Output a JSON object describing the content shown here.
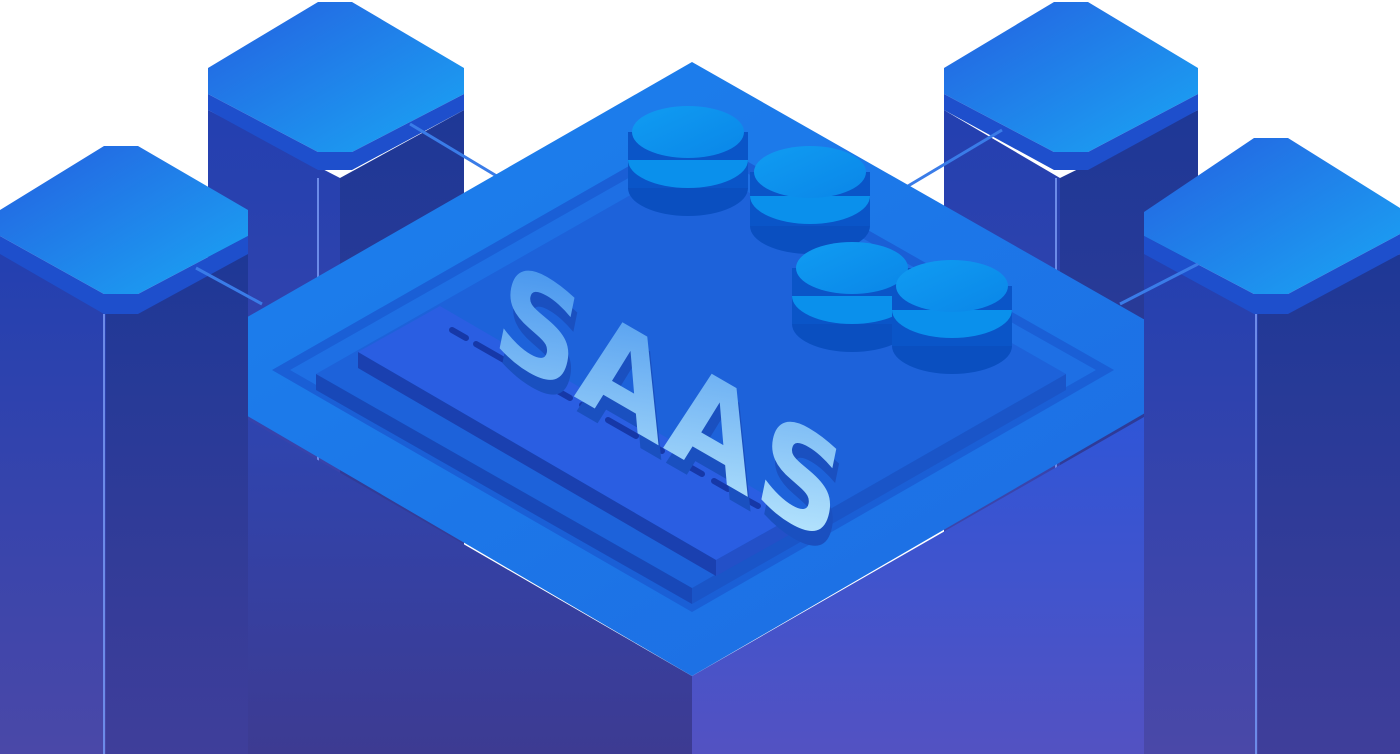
{
  "illustration": {
    "main_label": "SAAS",
    "colors": {
      "top_face": "#1E7BEA",
      "top_face_light": "#1A9BF0",
      "left_face_top": "#2F48B8",
      "left_face_bottom": "#3B3A90",
      "right_face_top": "#2A52D8",
      "right_face_bottom": "#5050C0",
      "pillar_top": "#1AA2F2",
      "pillar_side_dark": "#243A9E",
      "pillar_side_light": "#3A50C8",
      "coin_top": "#0C9BF2",
      "coin_side": "#0A55C8",
      "text_light": "#B9E8FF",
      "text_side": "#1E58C8"
    },
    "icons": [
      "server-pillar",
      "coin-stack",
      "ruler-panel"
    ]
  }
}
